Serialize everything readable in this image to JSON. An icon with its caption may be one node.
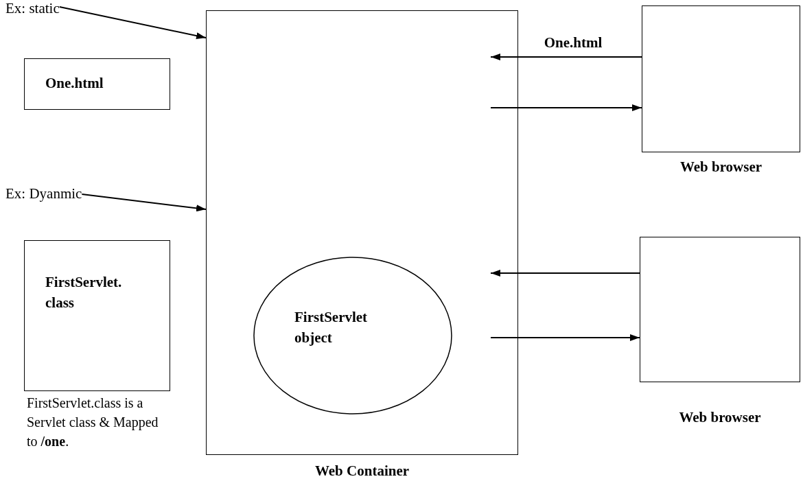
{
  "diagram": {
    "nodes": [
      {
        "text": [
          "Ex: static"
        ]
      },
      {
        "text": [
          "One.html"
        ]
      },
      {
        "text": [
          "Ex: Dyanmic"
        ]
      },
      {
        "text": [
          "FirstServlet. class"
        ],
        "beside": [
          "FirstServlet.class is a Servlet class & Mapped  to **/one**."
        ]
      },
      {
        "text": [
          "Web Container"
        ]
      },
      {
        "text": [
          "FirstServlet object"
        ],
        "in": 4
      },
      {
        "text": [
          "Web browser"
        ]
      },
      {
        "text": [
          "Web browser"
        ]
      }
    ],
    "edges": [
      {
        "from": 0,
        "to": 4,
        "arrow": "to"
      },
      {
        "from": 2,
        "to": 4,
        "arrow": "to"
      },
      {
        "from": 6,
        "to": 4,
        "arrow": "to",
        "label": "One.html"
      },
      {
        "from": 4,
        "to": 6,
        "arrow": "to"
      },
      {
        "from": 7,
        "to": 4,
        "arrow": "to"
      },
      {
        "from": 4,
        "to": 7,
        "arrow": "to"
      }
    ]
  }
}
